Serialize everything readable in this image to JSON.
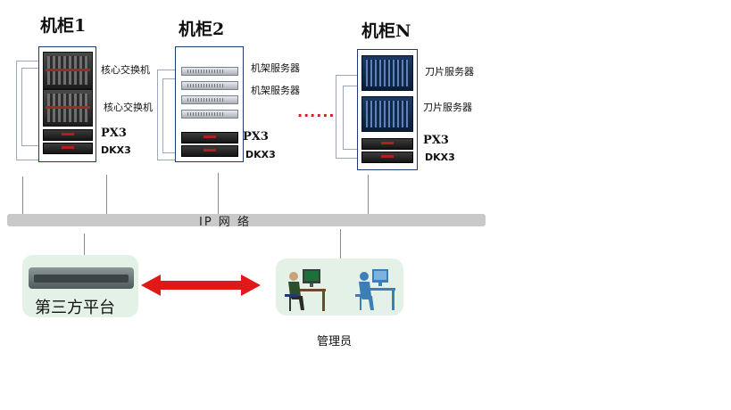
{
  "cabinets": [
    {
      "title": "机柜1",
      "rows": [
        "核心交换机",
        "核心交换机"
      ],
      "pdu": "PX3",
      "kvm": "DKX3"
    },
    {
      "title": "机柜2",
      "rows": [
        "机架服务器",
        "机架服务器"
      ],
      "pdu": "PX3",
      "kvm": "DKX3"
    },
    {
      "title": "机柜N",
      "rows": [
        "刀片服务器",
        "刀片服务器"
      ],
      "pdu": "PX3",
      "kvm": "DKX3"
    }
  ],
  "ellipsis": "......",
  "network_label": "IP 网 络",
  "third_party_label": "第三方平台",
  "admin_label": "管理员",
  "colors": {
    "cabinet_border": "#1f3b73",
    "network": "#c9c9c9",
    "panel": "#e3f1e6",
    "arrow": "#e01818"
  },
  "icons": [
    "core-switch-icon",
    "rack-server-icon",
    "blade-server-icon",
    "pdu-icon",
    "kvm-icon",
    "appliance-icon",
    "admin-workstation-icon",
    "bidirectional-arrow-icon"
  ]
}
